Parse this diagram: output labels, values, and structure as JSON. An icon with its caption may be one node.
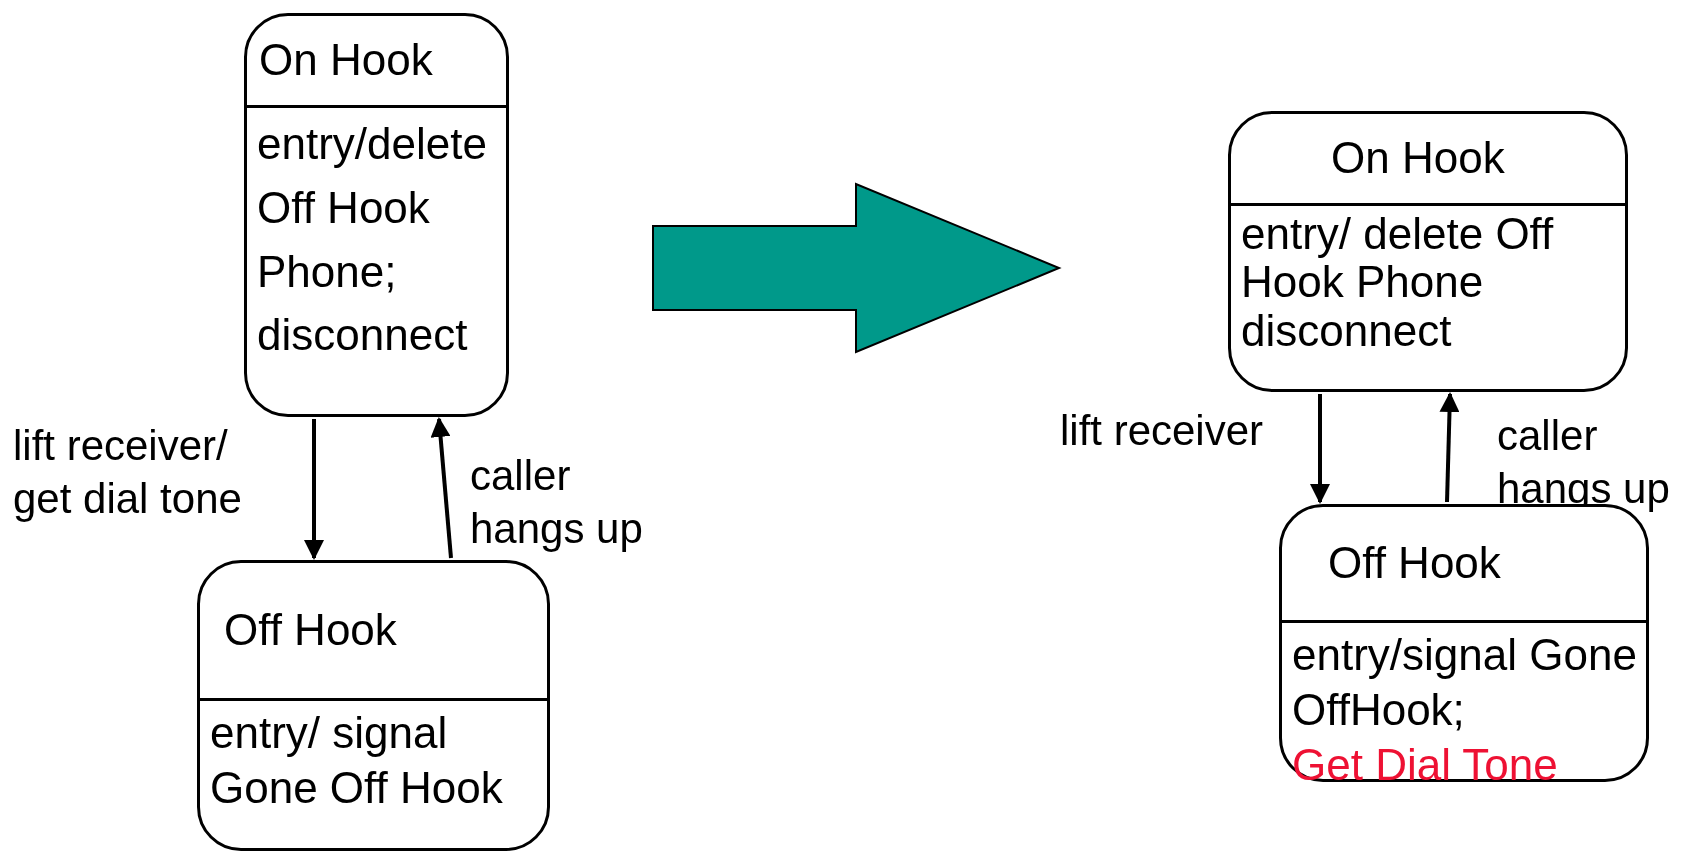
{
  "diagram": {
    "nodes": [
      {
        "text": [
          "On Hook",
          "entry/delete Off Hook Phone; disconnect"
        ]
      },
      {
        "text": [
          "Off Hook",
          "entry/ signal Gone Off Hook"
        ]
      },
      {
        "text": [
          "On Hook",
          "entry/ delete Off Hook Phone disconnect"
        ]
      },
      {
        "text": [
          "Off Hook",
          "entry/signal Gone OffHook;",
          "Get Dial Tone"
        ]
      }
    ],
    "edges": [
      {
        "from": 0,
        "to": 1,
        "arrow": "to",
        "label": "lift receiver/ get dial tone"
      },
      {
        "from": 1,
        "to": 0,
        "arrow": "to",
        "label": "caller hangs up"
      },
      {
        "from": 2,
        "to": 3,
        "arrow": "to",
        "label": "lift receiver"
      },
      {
        "from": 3,
        "to": 2,
        "arrow": "to",
        "label": "caller hangs up"
      }
    ]
  }
}
